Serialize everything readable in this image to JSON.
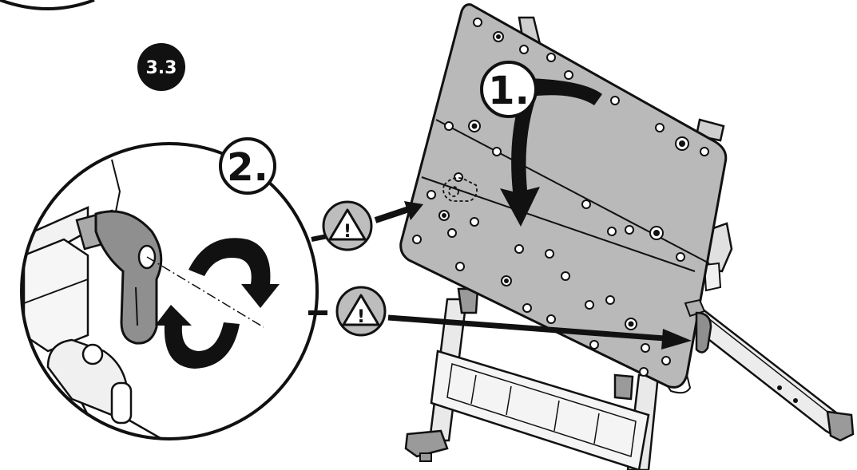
{
  "step_badge": {
    "label": "3.3"
  },
  "callouts": [
    {
      "label": "1."
    },
    {
      "label": "2."
    }
  ],
  "warnings": [
    {
      "glyph": "!"
    },
    {
      "glyph": "!"
    }
  ],
  "colors": {
    "ink": "#111111",
    "panel": "#b9b9b9",
    "panel_dark": "#9e9e9e",
    "lever": "#8f8f8f",
    "background": "#ffffff"
  }
}
